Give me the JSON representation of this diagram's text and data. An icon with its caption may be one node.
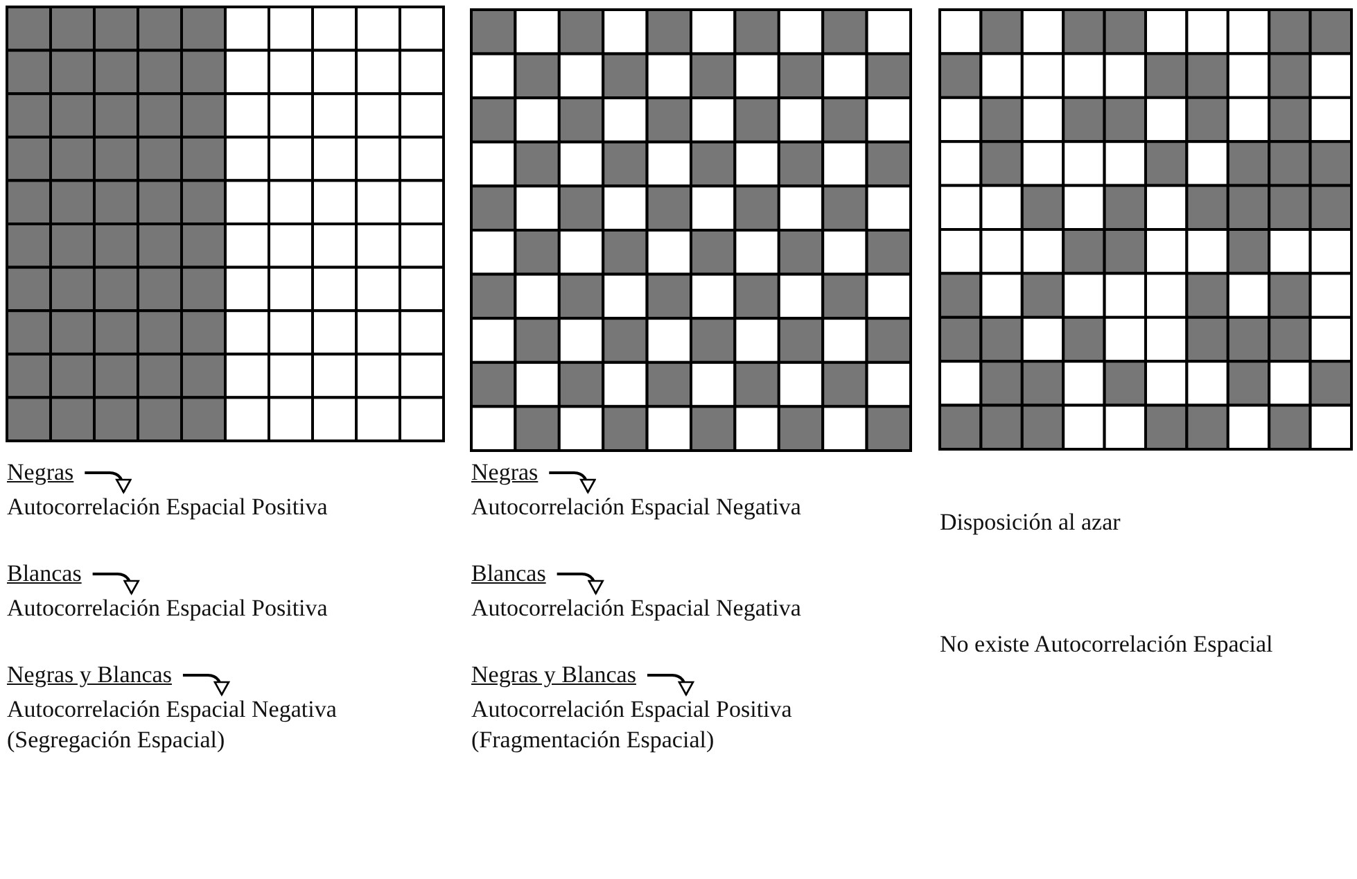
{
  "diagram": {
    "nodes": [
      {
        "text": [
          "Negras"
        ]
      },
      {
        "text": [
          "Autocorrelación Espacial Positiva"
        ]
      },
      {
        "text": [
          "Blancas"
        ]
      },
      {
        "text": [
          "Autocorrelación Espacial Positiva"
        ]
      },
      {
        "text": [
          "Negras y Blancas"
        ]
      },
      {
        "text": [
          "Autocorrelación Espacial Negativa (Segregación Espacial)"
        ]
      },
      {
        "text": [
          "Negras"
        ]
      },
      {
        "text": [
          "Autocorrelación Espacial Negativa"
        ]
      },
      {
        "text": [
          "Blancas"
        ]
      },
      {
        "text": [
          "Autocorrelación Espacial Negativa"
        ]
      },
      {
        "text": [
          "Negras y Blancas"
        ]
      },
      {
        "text": [
          "Autocorrelación Espacial Positiva (Fragmentación Espacial)"
        ]
      }
    ],
    "edges": [
      {
        "from": 0,
        "to": 1,
        "arrow": "to"
      },
      {
        "from": 2,
        "to": 3,
        "arrow": "to"
      },
      {
        "from": 4,
        "to": 5,
        "arrow": "to"
      },
      {
        "from": 6,
        "to": 7,
        "arrow": "to"
      },
      {
        "from": 8,
        "to": 9,
        "arrow": "to"
      },
      {
        "from": 10,
        "to": 11,
        "arrow": "to"
      }
    ],
    "labels": [
      "Disposición al azar",
      "No existe Autocorrelación Espacial"
    ]
  }
}
